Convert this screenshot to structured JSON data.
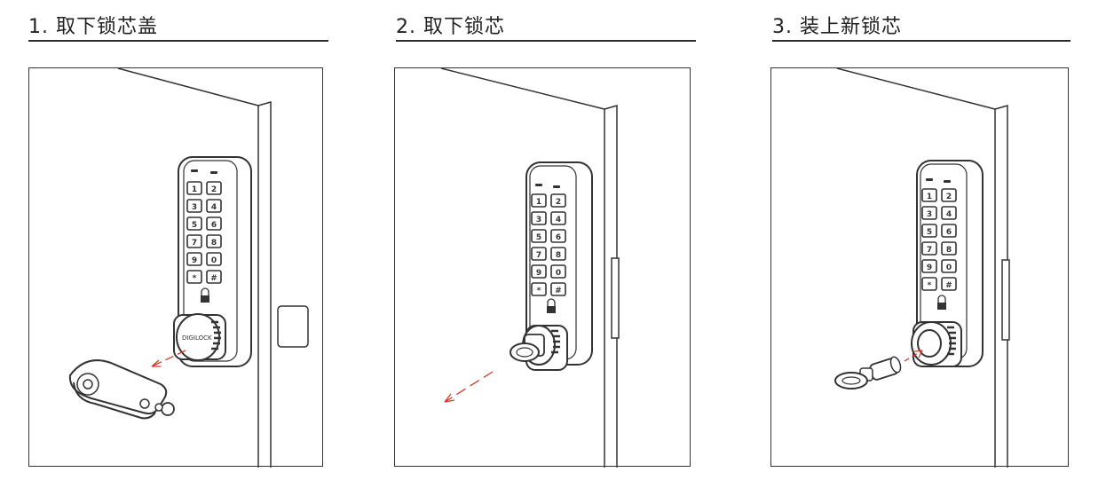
{
  "steps": [
    {
      "number": "1.",
      "title": "取下锁芯盖"
    },
    {
      "number": "2.",
      "title": "取下锁芯"
    },
    {
      "number": "3.",
      "title": "装上新锁芯"
    }
  ],
  "illustration": {
    "cap_logo": "DIGILOCK",
    "keypad_keys": [
      "1",
      "2",
      "3",
      "4",
      "5",
      "6",
      "7",
      "8",
      "9",
      "0",
      "*",
      "#"
    ],
    "arrow_color": "#d23a2a"
  }
}
